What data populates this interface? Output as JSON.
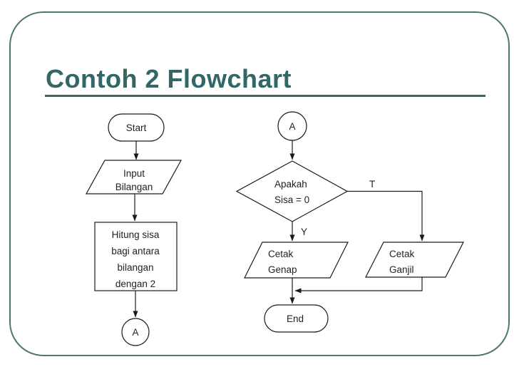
{
  "slide": {
    "title": "Contoh 2 Flowchart"
  },
  "colors": {
    "accent": "#336666",
    "frame_border": "#4b7776",
    "diagram_stroke": "#1a1a1a"
  },
  "flowchart": {
    "left": {
      "start": {
        "label": "Start"
      },
      "input": {
        "lines": [
          "Input",
          "Bilangan"
        ]
      },
      "process": {
        "lines": [
          "Hitung sisa",
          "bagi antara",
          "bilangan",
          "dengan 2"
        ]
      },
      "connector": {
        "label": "A"
      }
    },
    "right": {
      "connector": {
        "label": "A"
      },
      "decision": {
        "lines": [
          "Apakah",
          "Sisa = 0"
        ]
      },
      "branch_yes_label": "Y",
      "branch_true_label": "T",
      "print_even": {
        "lines": [
          "Cetak",
          "Genap"
        ]
      },
      "print_odd": {
        "lines": [
          "Cetak",
          "Ganjil"
        ]
      },
      "end": {
        "label": "End"
      }
    }
  }
}
